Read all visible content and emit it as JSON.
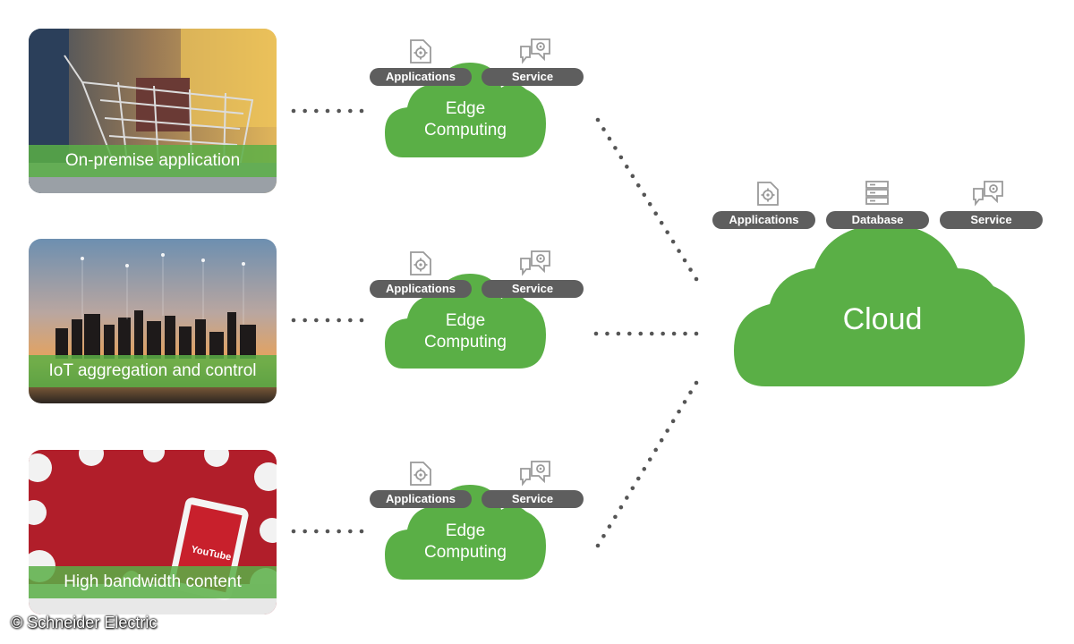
{
  "sources": [
    {
      "caption": "On-premise application",
      "scene": "shopping-cart-photo"
    },
    {
      "caption": "IoT aggregation and control",
      "scene": "city-skyline-photo"
    },
    {
      "caption": "High bandwidth content",
      "scene": "tablet-youtube-photo",
      "logo_text": "YouTube"
    }
  ],
  "edge_nodes": [
    {
      "label_line1": "Edge",
      "label_line2": "Computing",
      "pills": [
        "Applications",
        "Service"
      ]
    },
    {
      "label_line1": "Edge",
      "label_line2": "Computing",
      "pills": [
        "Applications",
        "Service"
      ]
    },
    {
      "label_line1": "Edge",
      "label_line2": "Computing",
      "pills": [
        "Applications",
        "Service"
      ]
    }
  ],
  "cloud": {
    "label": "Cloud",
    "pills": [
      "Applications",
      "Database",
      "Service"
    ]
  },
  "icons": {
    "applications": "gear-document-icon",
    "service": "gear-chat-icon",
    "database": "server-stack-icon"
  },
  "copyright": "© Schneider Electric",
  "colors": {
    "green": "#5aaf46",
    "pill": "#5e5e5e",
    "dots": "#555555",
    "icon": "#9a9a9a"
  }
}
